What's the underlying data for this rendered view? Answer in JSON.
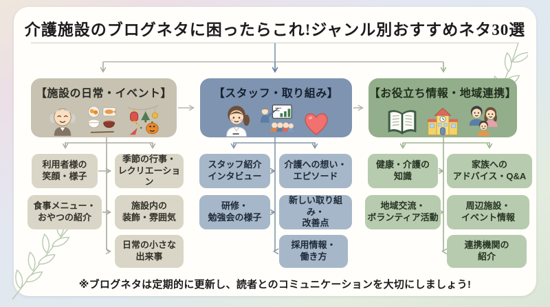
{
  "title": "介護施設のブログネタに困ったらこれ!ジャンル別おすすめネタ30選",
  "footnote": "※ブログネタは定期的に更新し、読者とのコミュニケーションを大切にしましょう!",
  "colors": {
    "card_bg": "#fffefa",
    "frame_gradient": [
      "#efe7dc",
      "#ecdfe7",
      "#e3e7f1",
      "#e4ecdf"
    ],
    "center_arrow_accent": "#5f7d9d",
    "top_line": "#b2b6ad"
  },
  "columns": [
    {
      "header": "【施設の日常・イベント】",
      "icon_names": [
        "elderly-man-icon",
        "meal-tray-icon",
        "festival-decorations-icon"
      ],
      "colors": {
        "header_bg": "#c7c2b1",
        "item_bg": "#dad6c7",
        "arrow": "#a9ac9f"
      },
      "items": [
        "利用者様の\n笑顔・様子",
        "季節の行事・\nレクリエーション",
        "食事メニュー・\nおやつの紹介",
        "施設内の\n装飾・雰囲気",
        "日常の小さな\n出来事"
      ]
    },
    {
      "header": "【スタッフ・取り組み】",
      "icon_names": [
        "female-staff-icon",
        "presentation-icon",
        "heart-icon"
      ],
      "colors": {
        "header_bg": "#7e94b1",
        "item_bg": "#a6b7c9",
        "arrow": "#8095aa"
      },
      "items": [
        "スタッフ紹介\nインタビュー",
        "介護への想い・\nエピソード",
        "研修・\n勉強会の様子",
        "新しい取り組み・\n改善点",
        "採用情報・\n働き方"
      ]
    },
    {
      "header": "【お役立ち情報・地域連携】",
      "icon_names": [
        "open-book-icon",
        "school-building-icon",
        "family-icon"
      ],
      "colors": {
        "header_bg": "#93ae8a",
        "item_bg": "#b7cbae",
        "arrow": "#9db394"
      },
      "items": [
        "健康・介護の\n知識",
        "家族への\nアドバイス・Q&A",
        "地域交流・\nボランティア活動",
        "周辺施設・\nイベント情報",
        "連携機関の\n紹介"
      ]
    }
  ]
}
